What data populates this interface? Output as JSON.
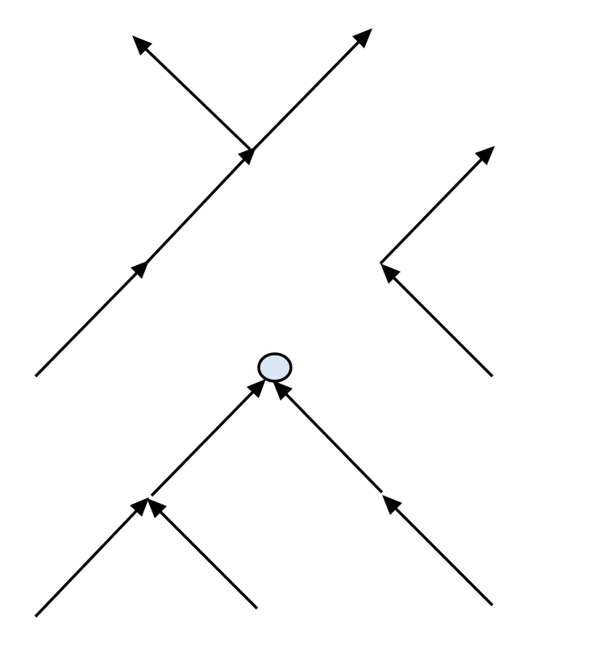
{
  "colors": {
    "background": "#ffffff",
    "line": "#000000",
    "vertex_fill": "#d9e6f3",
    "vertex_stroke": "#000000"
  },
  "diagram": {
    "groups": [
      {
        "name": "upper-left-crossing-diagram",
        "edges": 4
      },
      {
        "name": "right-v-diagram",
        "edges": 2
      },
      {
        "name": "lower-vertex-tree-diagram",
        "edges": 5,
        "vertices": 1
      }
    ]
  }
}
